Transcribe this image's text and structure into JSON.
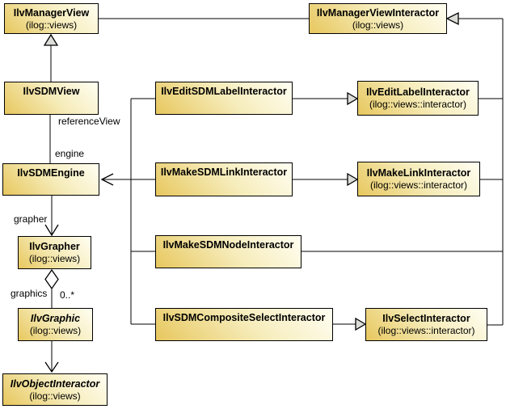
{
  "classes": {
    "managerView": {
      "name": "IlvManagerView",
      "package": "(ilog::views)"
    },
    "managerViewInteractor": {
      "name": "IlvManagerViewInteractor",
      "package": "(ilog::views)"
    },
    "sdmView": {
      "name": "IlvSDMView"
    },
    "editSdmLabel": {
      "name": "IlvEditSDMLabelInteractor"
    },
    "editLabel": {
      "name": "IlvEditLabelInteractor",
      "package": "(ilog::views::interactor)"
    },
    "sdmEngine": {
      "name": "IlvSDMEngine"
    },
    "makeSdmLink": {
      "name": "IlvMakeSDMLinkInteractor"
    },
    "makeLink": {
      "name": "IlvMakeLinkInteractor",
      "package": "(ilog::views::interactor)"
    },
    "grapher": {
      "name": "IlvGrapher",
      "package": "(ilog::views)"
    },
    "makeSdmNode": {
      "name": "IlvMakeSDMNodeInteractor"
    },
    "graphic": {
      "name": "IlvGraphic",
      "package": "(ilog::views)",
      "abstract": true
    },
    "sdmCompositeSelect": {
      "name": "IlvSDMCompositeSelectInteractor"
    },
    "select": {
      "name": "IlvSelectInteractor",
      "package": "(ilog::views::interactor)"
    },
    "objectInteractor": {
      "name": "IlvObjectInteractor",
      "package": "(ilog::views)",
      "abstract": true
    }
  },
  "edge_labels": {
    "referenceView": "referenceView",
    "engine": "engine",
    "grapher": "grapher",
    "graphics": "graphics",
    "multiplicity": "0..*"
  },
  "colors": {
    "box_gradient_dark": "#e7c75e",
    "box_gradient_light": "#fffef2",
    "box_border": "#000000",
    "line": "#000000",
    "triangle_fill": "#dcdcd8",
    "diamond_fill": "#ffffff",
    "background": "#ffffff"
  }
}
